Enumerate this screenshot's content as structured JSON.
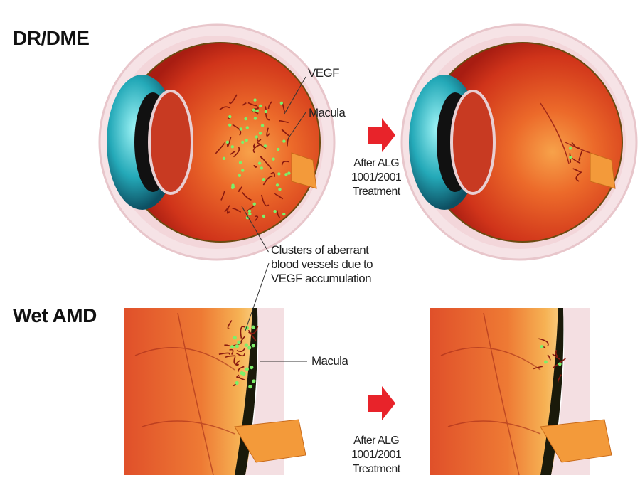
{
  "sections": {
    "dr_dme": {
      "title": "DR/DME",
      "label_vegf": "VEGF",
      "label_macula": "Macula",
      "label_clusters": [
        "Clusters of aberrant",
        "blood vessels due to",
        "VEGF accumulation"
      ],
      "after_text": [
        "After ALG",
        "1001/2001",
        "Treatment"
      ]
    },
    "wet_amd": {
      "title": "Wet AMD",
      "label_macula": "Macula",
      "after_text": [
        "After ALG",
        "1001/2001",
        "Treatment"
      ]
    }
  },
  "colors": {
    "arrow": "#e8232a",
    "vegf_dot": "#7cf06a",
    "vessel": "#8a1a10",
    "retina": "#e8501e",
    "cornea": "#2ab8c8"
  }
}
